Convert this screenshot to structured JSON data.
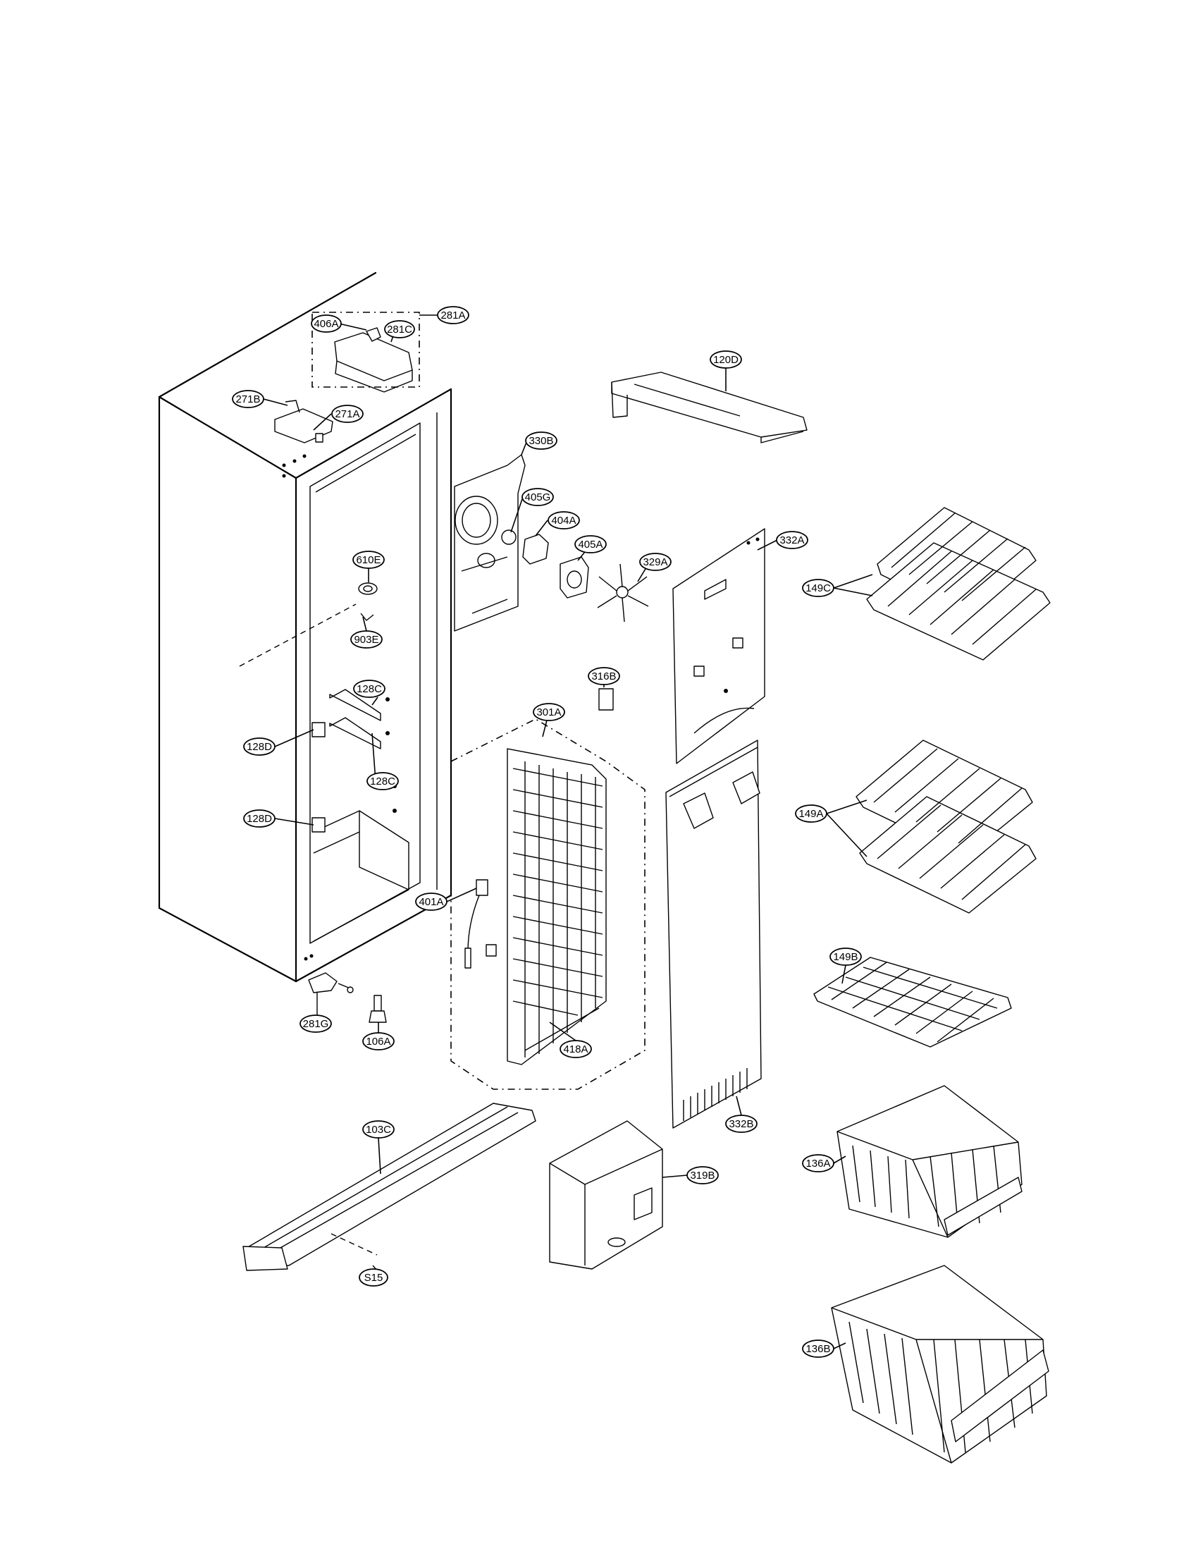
{
  "labels": {
    "p281A": "281A",
    "p406A": "406A",
    "p281C": "281C",
    "p271B": "271B",
    "p271A": "271A",
    "p120D": "120D",
    "p330B": "330B",
    "p405G": "405G",
    "p404A": "404A",
    "p405A": "405A",
    "p329A": "329A",
    "p332A": "332A",
    "p149C": "149C",
    "p610E": "610E",
    "p903E": "903E",
    "p316B": "316B",
    "p128C_1": "128C",
    "p301A": "301A",
    "p128D_1": "128D",
    "p128C_2": "128C",
    "p149A": "149A",
    "p128D_2": "128D",
    "p401A": "401A",
    "p149B": "149B",
    "p281G": "281G",
    "p106A": "106A",
    "p418A": "418A",
    "p332B": "332B",
    "p103C": "103C",
    "p319B": "319B",
    "p136A": "136A",
    "pS15": "S15",
    "p136B": "136B"
  }
}
